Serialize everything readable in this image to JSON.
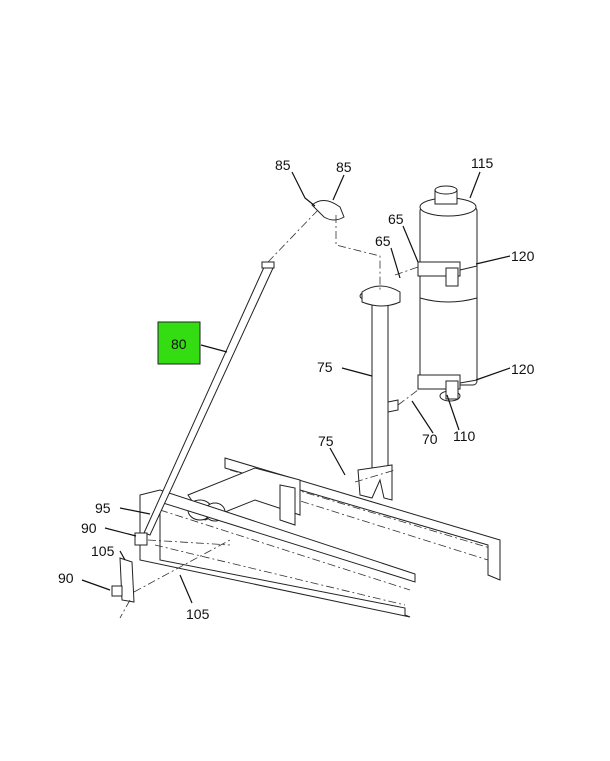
{
  "diagram": {
    "callouts": {
      "c85a": "85",
      "c85b": "85",
      "c115": "115",
      "c65a": "65",
      "c65b": "65",
      "c120a": "120",
      "c80": "80",
      "c75a": "75",
      "c120b": "120",
      "c70": "70",
      "c110": "110",
      "c75b": "75",
      "c95": "95",
      "c90a": "90",
      "c105a": "105",
      "c90b": "90",
      "c105b": "105"
    },
    "highlight_color": "#33dd11"
  }
}
